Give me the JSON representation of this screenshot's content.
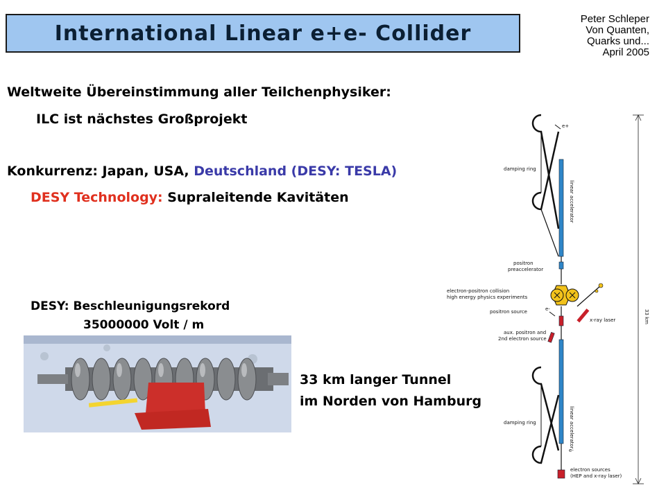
{
  "title": "International Linear e+e- Collider",
  "author": [
    "Peter Schleper",
    "Von Quanten,",
    "Quarks und...",
    "April 2005"
  ],
  "body": {
    "line1": "Weltweite Übereinstimmung aller Teilchenphysiker:",
    "line2": "ILC ist nächstes Großprojekt",
    "line3_a": "Konkurrenz: Japan, USA, ",
    "line3_b": "Deutschland (DESY: TESLA)",
    "line4_a": "DESY Technology:",
    "line4_b": " Supraleitende Kavitäten"
  },
  "photo_caption": [
    "DESY: Beschleunigungsrekord",
    "35000000 Volt / m"
  ],
  "tunnel_caption": [
    "33 km langer Tunnel",
    "im Norden von Hamburg"
  ],
  "diagram": {
    "length_label": "33 km",
    "labels": {
      "damping_ring_top": "damping ring",
      "linear_accelerator_top": "linear accelerator",
      "positron_pre_1": "positron",
      "positron_pre_2": "preaccelerator",
      "collision_1": "electron-positron collision",
      "collision_2": "high energy physics experiments",
      "positron_source": "positron source",
      "aux_1": "aux. positron and",
      "aux_2": "2nd electron source",
      "xray": "x-ray laser",
      "damping_ring_bottom": "damping ring",
      "linear_accelerator_bottom": "linear accelerator",
      "electron_sources_1": "electron sources",
      "electron_sources_2": "(HEP and x-ray laser)",
      "eplus": "e+",
      "eminus": "e-"
    }
  },
  "colors": {
    "title_bg": "#9fc6f0",
    "blue_text": "#3a3aa8",
    "red_text": "#e0301e",
    "detector_yellow": "#f2c21b",
    "diagram_blue": "#2f86c8",
    "diagram_red": "#c8202a"
  }
}
